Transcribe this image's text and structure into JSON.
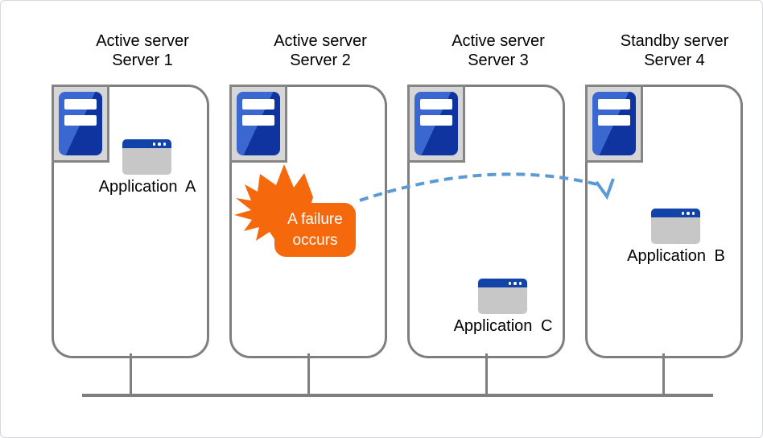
{
  "servers": [
    {
      "id": "server-1",
      "role": "Active server",
      "name": "Server 1",
      "application": "Application A"
    },
    {
      "id": "server-2",
      "role": "Active server",
      "name": "Server 2",
      "failure": "A failure occurs"
    },
    {
      "id": "server-3",
      "role": "Active server",
      "name": "Server 3",
      "application": "Application C"
    },
    {
      "id": "server-4",
      "role": "Standby server",
      "name": "Server 4",
      "application": "Application B"
    }
  ],
  "failover": {
    "badge_text": "A failure occurs",
    "from": "Server 2",
    "to": "Server 4"
  },
  "icons": {
    "server": "server-tower-icon",
    "application": "app-window-icon",
    "failure": "explosion-burst-icon",
    "failover": "dashed-arrow-icon"
  },
  "colors": {
    "server_blue_light": "#3a68d0",
    "server_blue_dark": "#10349f",
    "window_titlebar_blue": "#1243a8",
    "window_body_gray": "#c7c7c7",
    "box_border_gray": "#7f7f7f",
    "icon_bg_gray": "#d6d6d6",
    "failure_orange": "#f5680b",
    "arrow_blue": "#5b9bd5",
    "text_black": "#000000"
  }
}
